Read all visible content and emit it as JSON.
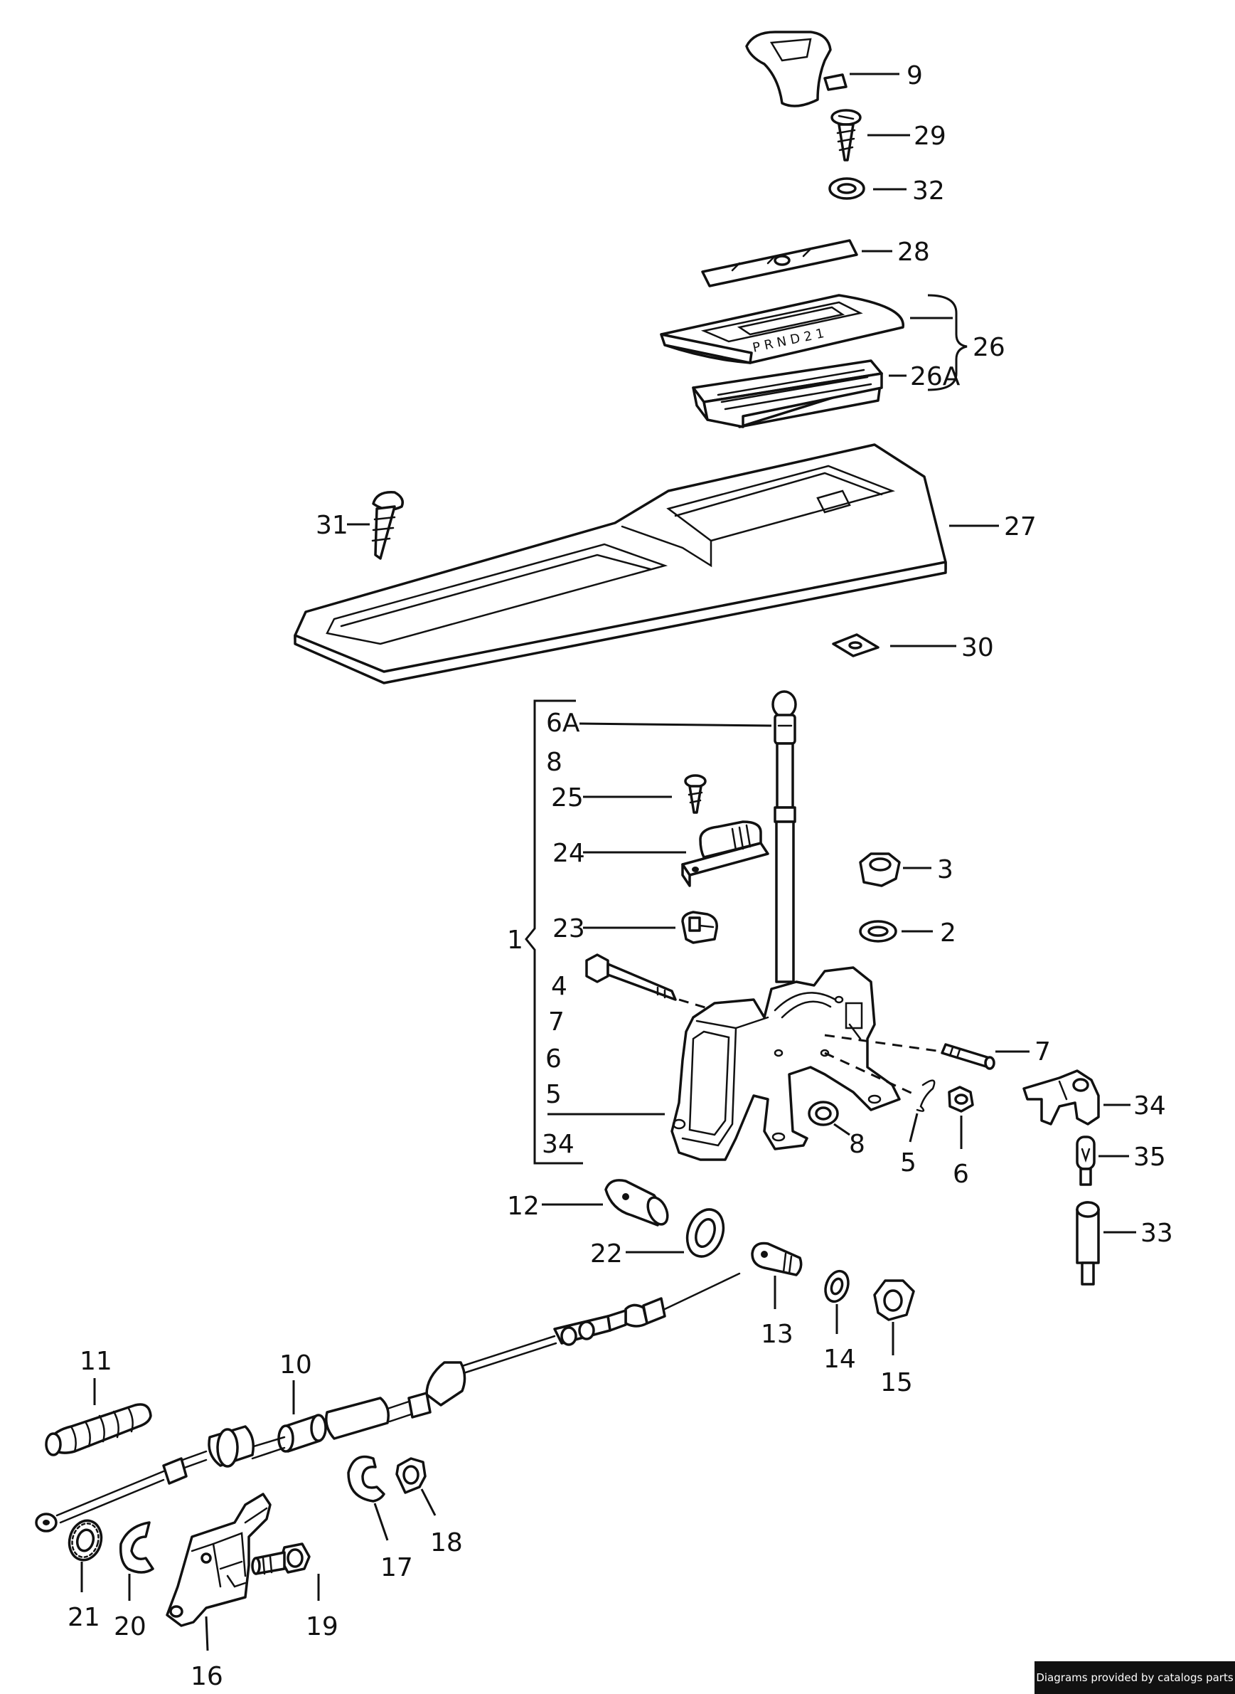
{
  "labels": {
    "p9": "9",
    "p29": "29",
    "p32": "32",
    "p28": "28",
    "p26": "26",
    "p26a": "26A",
    "p31": "31",
    "p27": "27",
    "p30": "30",
    "p6a": "6A",
    "p8a": "8",
    "p25": "25",
    "p24": "24",
    "p23": "23",
    "p1": "1",
    "p4": "4",
    "p7a": "7",
    "p6b": "6",
    "p5a": "5",
    "p34a": "34",
    "p3": "3",
    "p2": "2",
    "p7b": "7",
    "p34b": "34",
    "p35": "35",
    "p33": "33",
    "p8b": "8",
    "p5b": "5",
    "p6c": "6",
    "p12": "12",
    "p22": "22",
    "p13": "13",
    "p14": "14",
    "p15": "15",
    "p11": "11",
    "p10": "10",
    "p17": "17",
    "p18": "18",
    "p21": "21",
    "p20": "20",
    "p19": "19",
    "p16": "16"
  },
  "credit": "Diagrams provided by catalogs parts"
}
